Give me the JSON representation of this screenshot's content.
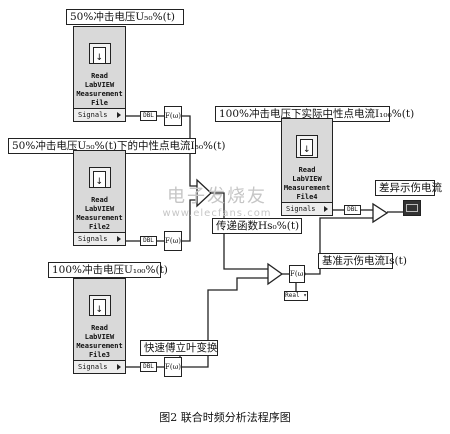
{
  "labels": {
    "voltage_50": "50%冲击电压U₅₀%(t)",
    "neutral_current_50": "50%冲击电压U₅₀%(t)下的中性点电流I₅₀%(t)",
    "voltage_100": "100%冲击电压U₁₀₀%(t)",
    "neutral_current_100": "100%冲击电压下实际中性点电流I₁₀₀%(t)",
    "transfer_function": "传递函数Hs₀%(t)",
    "reference_current": "基准示伤电流Is(t)",
    "fault_current": "差异示伤电流",
    "fft": "快速傅立叶变换"
  },
  "vis": [
    {
      "name": "Read\nLabVIEW\nMeasurement\nFile",
      "signals": "Signals"
    },
    {
      "name": "Read\nLabVIEW\nMeasurement\nFile2",
      "signals": "Signals"
    },
    {
      "name": "Read\nLabVIEW\nMeasurement\nFile3",
      "signals": "Signals"
    },
    {
      "name": "Read\nLabVIEW\nMeasurement\nFile4",
      "signals": "Signals"
    }
  ],
  "terms": {
    "t1": "DBL",
    "t2": "DBL",
    "t3": "DBL",
    "t4": "DBL",
    "f1": "F(ω)",
    "f2": "F(ω)",
    "f3": "F(ω)",
    "f4": "F(ω)",
    "real": "Real ▾"
  },
  "watermark": {
    "text": "电子发烧友",
    "url": "www.elecfans.com"
  },
  "caption": "图2  联合时频分析法程序图"
}
